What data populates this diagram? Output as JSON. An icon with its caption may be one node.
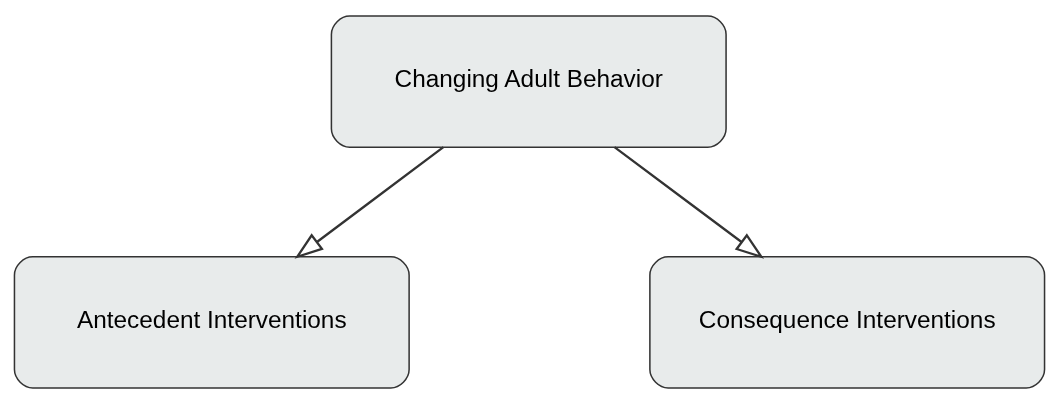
{
  "diagram": {
    "nodes": [
      {
        "text": [
          "Changing Adult Behavior"
        ]
      },
      {
        "text": [
          "Antecedent Interventions"
        ]
      },
      {
        "text": [
          "Consequence Interventions"
        ]
      }
    ],
    "edges": [
      {
        "from": 0,
        "to": 1,
        "arrow": "to"
      },
      {
        "from": 0,
        "to": 2,
        "arrow": "to"
      }
    ]
  }
}
